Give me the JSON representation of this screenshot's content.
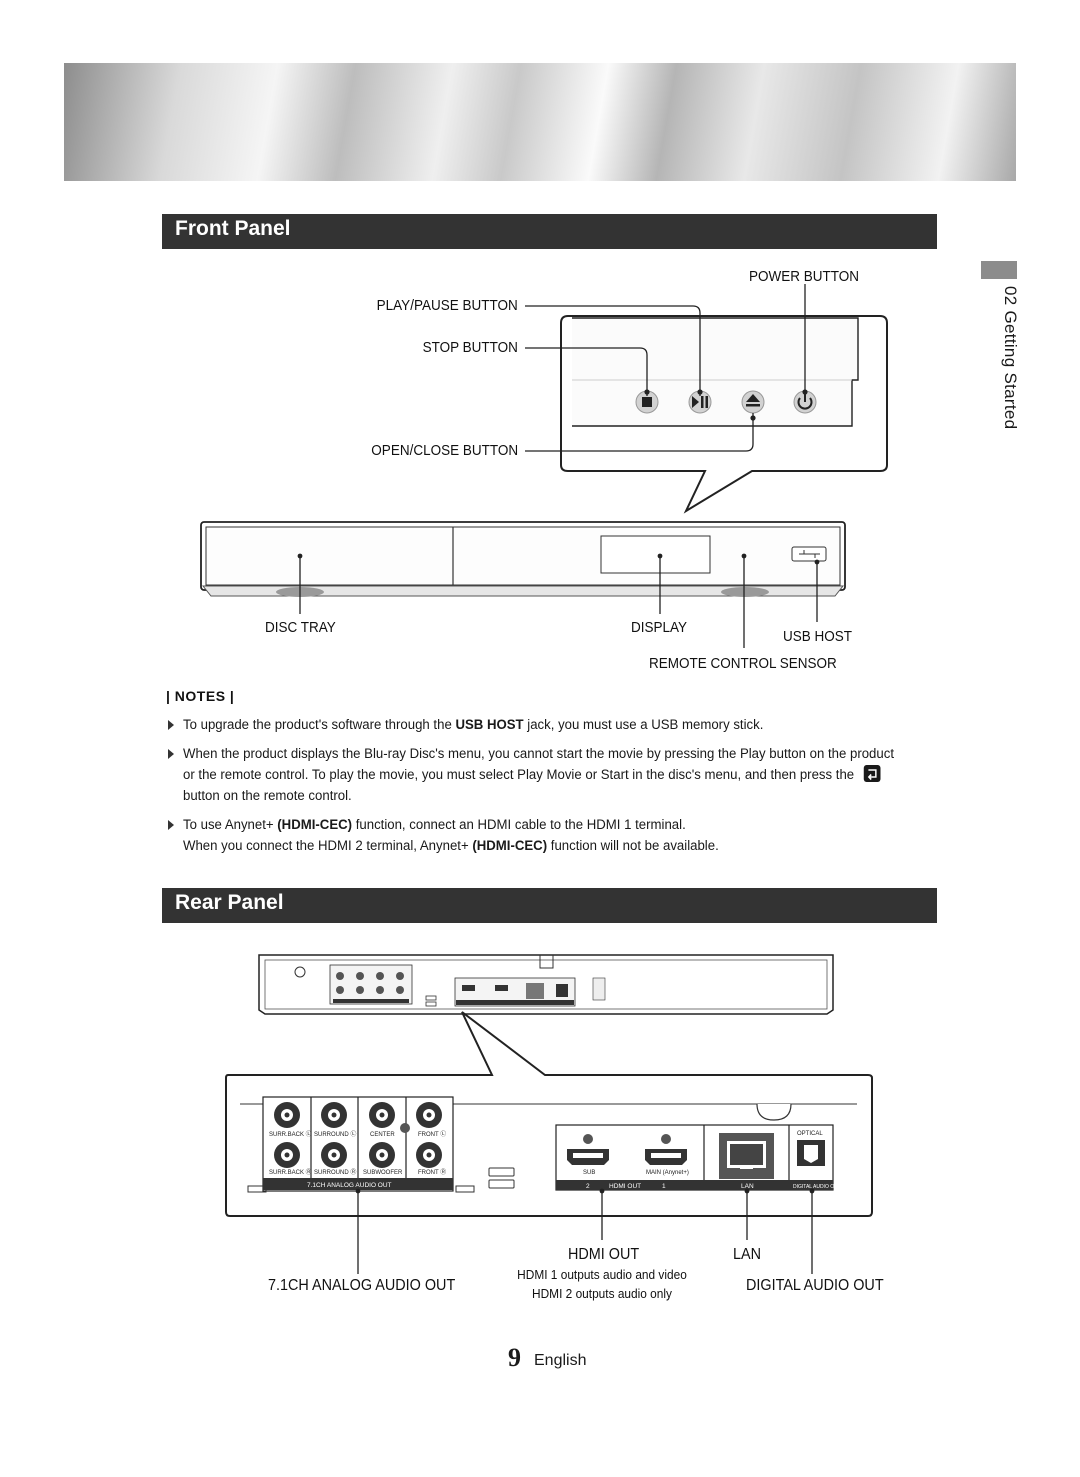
{
  "sections": {
    "front_title": "Front Panel",
    "rear_title": "Rear Panel"
  },
  "side_tab": {
    "text": "02   Getting Started"
  },
  "front_labels": {
    "power_button": "POWER BUTTON",
    "play_pause_button": "PLAY/PAUSE BUTTON",
    "stop_button": "STOP BUTTON",
    "open_close_button": "OPEN/CLOSE BUTTON",
    "disc_tray": "DISC TRAY",
    "display": "DISPLAY",
    "usb_host": "USB HOST",
    "remote_control_sensor": "REMOTE CONTROL SENSOR"
  },
  "notes": {
    "heading": "| NOTES |",
    "item1": {
      "pre": "To upgrade the product's software through the ",
      "bold": "USB HOST",
      "post": " jack, you must use a USB memory stick."
    },
    "item2": {
      "line1": "When the product displays the Blu-ray Disc's menu, you cannot start the movie by pressing the Play button on the product",
      "line2": "or the remote control. To play the movie, you must select Play Movie or Start in the disc's menu, and then press the",
      "line3": "button on the remote control."
    },
    "item3": {
      "l1_pre": "To use ",
      "l1_bold1": "Anynet+",
      "l1_bold2": "(HDMI-CEC)",
      "l1_post": " function, connect an HDMI cable to the HDMI 1 terminal.",
      "l2_pre": "When you connect the HDMI 2 terminal, ",
      "l2_bold1": "Anynet+",
      "l2_bold2": "(HDMI-CEC)",
      "l2_post": " function will not be available."
    }
  },
  "rear_labels": {
    "analog_audio_out": "7.1CH ANALOG AUDIO OUT",
    "hdmi_out": "HDMI OUT",
    "hdmi_sub1": "HDMI 1 outputs audio and video",
    "hdmi_sub2": "HDMI 2 outputs audio only",
    "lan": "LAN",
    "digital_audio_out": "DIGITAL AUDIO OUT"
  },
  "rear_panel_print": {
    "surr_back_l": "SURR.BACK Ⓛ",
    "surround_l": "SURROUND Ⓛ",
    "center": "CENTER",
    "front_l": "FRONT Ⓛ",
    "surr_back_r": "SURR.BACK Ⓡ",
    "surround_r": "SURROUND Ⓡ",
    "subwoofer": "SUBWOOFER",
    "front_r": "FRONT Ⓡ",
    "analog_bar": "7.1CH ANALOG AUDIO OUT",
    "sub": "SUB",
    "main": "MAIN (Anynet+)",
    "hdmi_out_bar": "HDMI OUT",
    "num2": "2",
    "num1": "1",
    "lan_bar": "LAN",
    "optical": "OPTICAL",
    "digital_bar": "DIGITAL AUDIO OUT"
  },
  "footer": {
    "page_number": "9",
    "language": "English"
  }
}
